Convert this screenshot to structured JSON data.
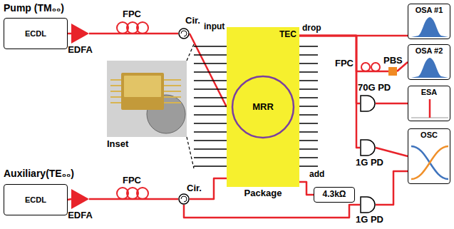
{
  "diagram": {
    "nodes": [
      {
        "text": [
          "ECDL"
        ]
      },
      {
        "text": [
          "EDFA"
        ]
      },
      {
        "text": [
          "Cir."
        ]
      },
      {
        "text": [
          "Package"
        ]
      },
      {
        "text": [
          "MRR"
        ],
        "in": 3
      },
      {
        "text": [
          "ECDL"
        ]
      },
      {
        "text": [
          "EDFA"
        ]
      },
      {
        "text": [
          "Cir."
        ]
      },
      {
        "text": [
          "4.3kΩ"
        ]
      },
      {
        "text": [
          "OSA #1"
        ]
      },
      {
        "text": [
          "OSA #2"
        ]
      },
      {
        "text": [
          "PBS"
        ]
      },
      {
        "text": [
          "70G PD"
        ]
      },
      {
        "text": [
          "ESA"
        ]
      },
      {
        "text": [
          "1G PD"
        ]
      },
      {
        "text": [
          "1G PD"
        ]
      },
      {
        "text": [
          "OSC"
        ]
      }
    ],
    "edges": [
      {
        "from": 0,
        "to": 1,
        "arrow": "none"
      },
      {
        "from": 1,
        "to": 2,
        "label": "FPC",
        "arrow": "none"
      },
      {
        "from": 2,
        "to": 3,
        "arrow": "none"
      },
      {
        "from": 5,
        "to": 6,
        "arrow": "none"
      },
      {
        "from": 6,
        "to": 7,
        "label": "FPC",
        "arrow": "none"
      },
      {
        "from": 7,
        "to": 3,
        "arrow": "none"
      },
      {
        "from": 7,
        "to": 15,
        "arrow": "none"
      },
      {
        "from": 3,
        "to": 8,
        "arrow": "none"
      },
      {
        "from": 3,
        "to": 9,
        "arrow": "none"
      },
      {
        "from": 3,
        "to": 11,
        "label": "FPC",
        "arrow": "none"
      },
      {
        "from": 11,
        "to": 10,
        "arrow": "none"
      },
      {
        "from": 3,
        "to": 12,
        "arrow": "none"
      },
      {
        "from": 12,
        "to": 13,
        "arrow": "none"
      },
      {
        "from": 3,
        "to": 14,
        "arrow": "none"
      },
      {
        "from": 14,
        "to": 16,
        "arrow": "none"
      },
      {
        "from": 15,
        "to": 16,
        "arrow": "none"
      }
    ],
    "labels": [
      "Pump (TM₀₀)",
      "Auxiliary(TE₀₀)",
      "input",
      "drop",
      "add",
      "TEC",
      "Inset"
    ]
  }
}
